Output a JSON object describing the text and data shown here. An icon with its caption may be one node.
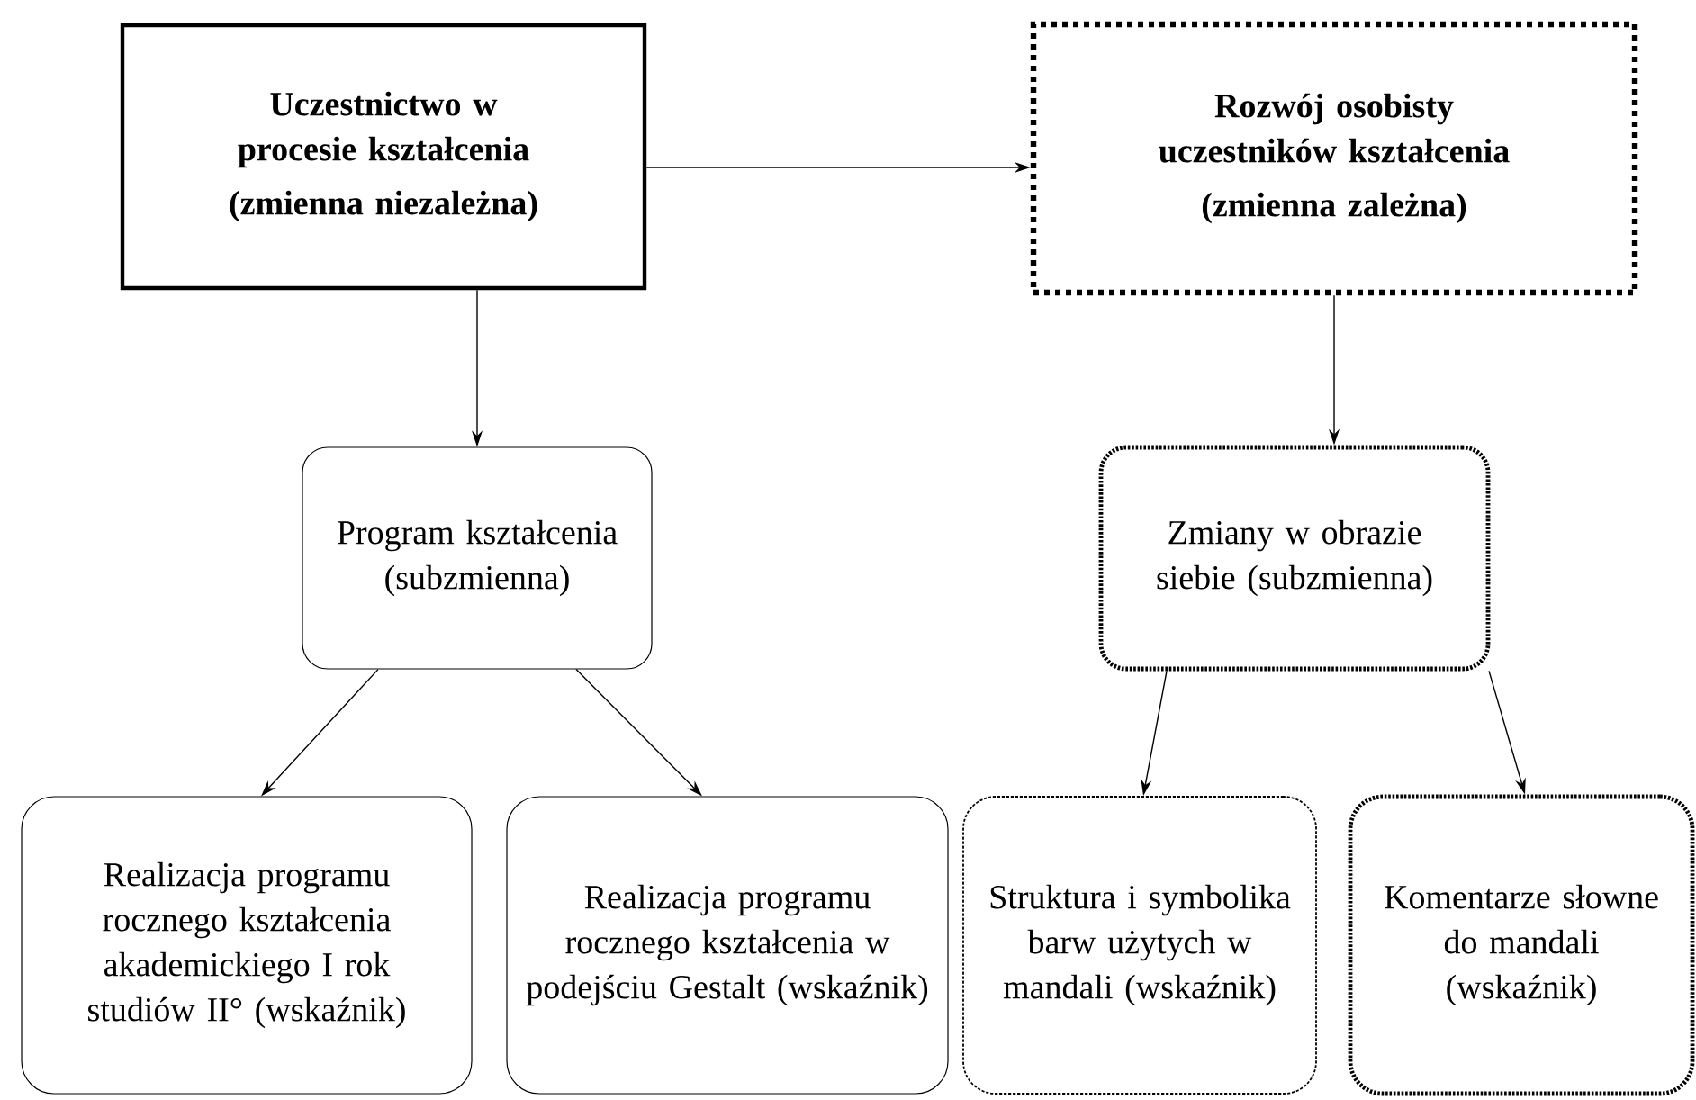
{
  "diagram": {
    "nodes": [
      {
        "text": [
          "Uczestnictwo w procesie kształcenia",
          "(zmienna niezależna)"
        ]
      },
      {
        "text": [
          "Rozwój osobisty uczestników kształcenia",
          "(zmienna zależna)"
        ]
      },
      {
        "text": [
          "Program kształcenia (subzmienna)"
        ]
      },
      {
        "text": [
          "Zmiany w obrazie siebie (subzmienna)"
        ]
      },
      {
        "text": [
          "Realizacja programu rocznego kształcenia akademickiego I rok studiów II° (wskaźnik)"
        ]
      },
      {
        "text": [
          "Realizacja programu rocznego kształcenia w podejściu Gestalt (wskaźnik)"
        ]
      },
      {
        "text": [
          "Struktura i symbolika barw użytych w mandali (wskaźnik)"
        ]
      },
      {
        "text": [
          "Komentarze słowne do mandali (wskaźnik)"
        ]
      }
    ],
    "edges": [
      {
        "from": 0,
        "to": 1,
        "arrow": "to"
      },
      {
        "from": 0,
        "to": 2,
        "arrow": "to"
      },
      {
        "from": 1,
        "to": 3,
        "arrow": "to"
      },
      {
        "from": 2,
        "to": 4,
        "arrow": "to"
      },
      {
        "from": 2,
        "to": 5,
        "arrow": "to"
      },
      {
        "from": 3,
        "to": 6,
        "arrow": "to"
      },
      {
        "from": 3,
        "to": 7,
        "arrow": "to"
      }
    ]
  }
}
